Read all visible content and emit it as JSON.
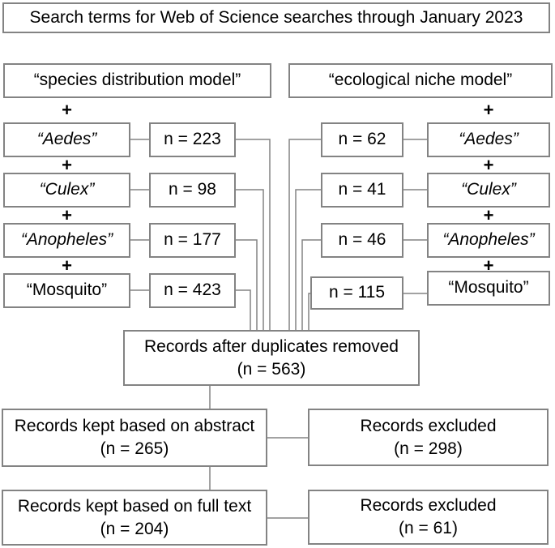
{
  "title": "Search terms for Web of Science searches through January 2023",
  "symbols": {
    "plus": "+"
  },
  "colors": {
    "border": "#838383",
    "connector": "#838383",
    "text": "#000000",
    "background": "#ffffff"
  },
  "left": {
    "header": "“species distribution model”",
    "rows": [
      {
        "term": "“Aedes”",
        "italic": true,
        "count": "n = 223"
      },
      {
        "term": "“Culex”",
        "italic": true,
        "count": "n = 98"
      },
      {
        "term": "“Anopheles”",
        "italic": true,
        "count": "n = 177"
      },
      {
        "term": "“Mosquito”",
        "italic": false,
        "count": "n = 423"
      }
    ]
  },
  "right": {
    "header": "“ecological niche model”",
    "rows": [
      {
        "term": "“Aedes”",
        "italic": true,
        "count": "n = 62"
      },
      {
        "term": "“Culex”",
        "italic": true,
        "count": "n = 41"
      },
      {
        "term": "“Anopheles”",
        "italic": true,
        "count": "n = 46"
      },
      {
        "term": "“Mosquito”",
        "italic": false,
        "count": "n = 115"
      }
    ]
  },
  "flow": {
    "duplicates": {
      "line1": "Records after duplicates removed",
      "line2": "(n = 563)"
    },
    "kept_abstract": {
      "line1": "Records kept based on abstract",
      "line2": "(n = 265)"
    },
    "excluded_abstract": {
      "line1": "Records excluded",
      "line2": "(n = 298)"
    },
    "kept_fulltext": {
      "line1": "Records kept based on full text",
      "line2": "(n = 204)"
    },
    "excluded_fulltext": {
      "line1": "Records excluded",
      "line2": "(n = 61)"
    }
  }
}
